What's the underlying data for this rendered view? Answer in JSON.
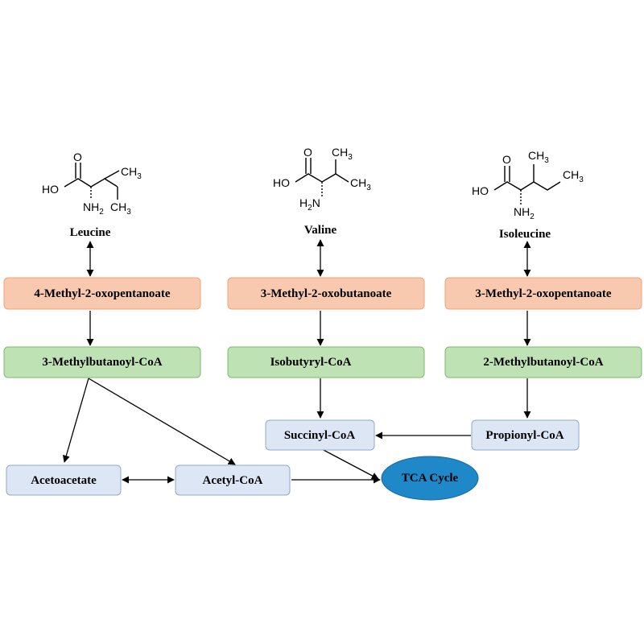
{
  "colors": {
    "orange_fill": "#F8C9AE",
    "orange_stroke": "#E8A57C",
    "green_fill": "#BFE2B4",
    "green_stroke": "#7CB86E",
    "blue_fill": "#DCE6F4",
    "blue_stroke": "#8EA9CC",
    "tca_fill": "#1E88C8",
    "tca_stroke": "#1566A0"
  },
  "amino_acids": [
    {
      "name": "Leucine",
      "oh": "HO",
      "o": "O",
      "nh": "NH",
      "nh_sub": "2",
      "ch3a": "CH",
      "ch3a_sub": "3",
      "ch3b": "CH",
      "ch3b_sub": "3"
    },
    {
      "name": "Valine",
      "oh": "HO",
      "o": "O",
      "nh": "H",
      "nh2_prefix_sub": "2",
      "nh_n": "N",
      "ch3a": "CH",
      "ch3a_sub": "3",
      "ch3b": "CH",
      "ch3b_sub": "3"
    },
    {
      "name": "Isoleucine",
      "oh": "HO",
      "o": "O",
      "nh": "NH",
      "nh_sub": "2",
      "ch3a": "CH",
      "ch3a_sub": "3",
      "ch3b": "CH",
      "ch3b_sub": "3"
    }
  ],
  "boxes": {
    "leu_keto": "4-Methyl-2-oxopentanoate",
    "val_keto": "3-Methyl-2-oxobutanoate",
    "ile_keto": "3-Methyl-2-oxopentanoate",
    "leu_coa": "3-Methylbutanoyl-CoA",
    "val_coa": "Isobutyryl-CoA",
    "ile_coa": "2-Methylbutanoyl-CoA",
    "succinyl": "Succinyl-CoA",
    "propionyl": "Propionyl-CoA",
    "acetoacetate": "Acetoacetate",
    "acetyl": "Acetyl-CoA",
    "tca": "TCA Cycle"
  }
}
